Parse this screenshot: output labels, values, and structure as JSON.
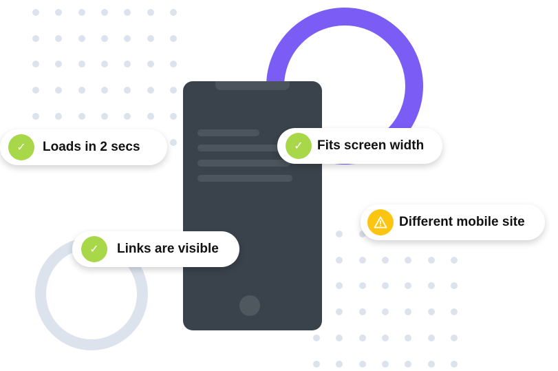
{
  "badges": [
    {
      "label": "Loads in 2 secs",
      "status": "pass",
      "icon": "check-icon"
    },
    {
      "label": "Fits screen width",
      "status": "pass",
      "icon": "check-icon"
    },
    {
      "label": "Links are visible",
      "status": "pass",
      "icon": "check-icon"
    },
    {
      "label": "Different mobile site",
      "status": "warning",
      "icon": "warning-icon"
    }
  ],
  "colors": {
    "pass": "#a8d84a",
    "warning": "#fcc512",
    "purple": "#7b5cf5",
    "ring": "#dce3ed",
    "phone": "#3a424b"
  }
}
